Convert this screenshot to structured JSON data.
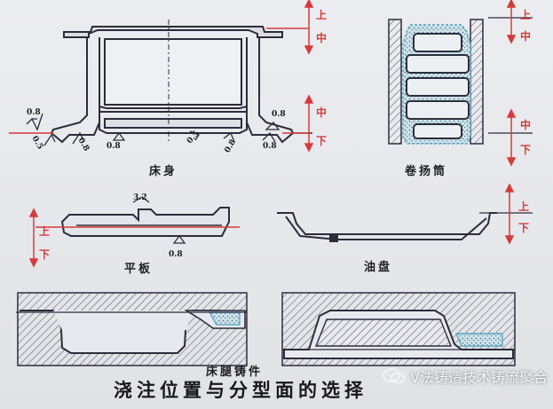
{
  "markers": {
    "upper": "上",
    "middle": "中",
    "lower": "下"
  },
  "dimensions": {
    "d08": "0.8",
    "d05": "0.5",
    "d32": "3.2"
  },
  "captions": {
    "bed_body": "床身",
    "winding_drum": "卷扬筒",
    "flat_plate": "平板",
    "oil_pan": "油盘",
    "bed_leg_casting": "床腿铸件"
  },
  "title": "浇注位置与分型面的选择",
  "watermark": "V法铸造技术铸流聚合",
  "colors": {
    "line": "#2c2d3a",
    "red": "#d63a3a",
    "blue": "#5aa6c6",
    "hatch": "#4b4c58"
  }
}
